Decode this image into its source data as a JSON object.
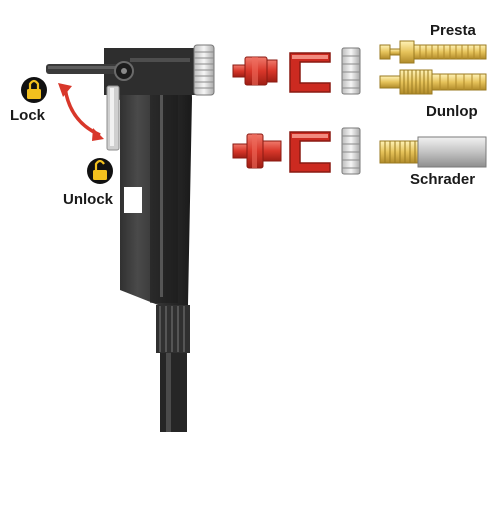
{
  "labels": {
    "lock": "Lock",
    "unlock": "Unlock",
    "presta": "Presta",
    "dunlop": "Dunlop",
    "schrader": "Schrader"
  },
  "icons": {
    "lock_state": "lock-closed-icon",
    "unlock_state": "lock-open-icon",
    "lever_motion": "double-arrow-icon"
  },
  "colors": {
    "pump_body": "#2b2b2b",
    "adapter_red": "#d8372a",
    "valve_brass": "#e8c860",
    "valve_silver": "#c4c4c4",
    "badge": "#111111",
    "lock_glyph": "#f2c01e"
  }
}
